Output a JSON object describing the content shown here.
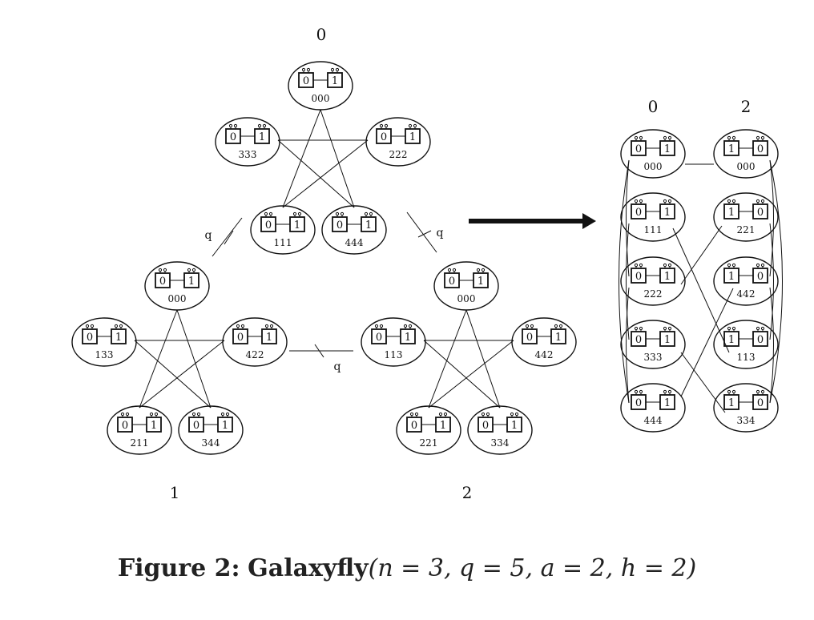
{
  "groups": [
    {
      "id": "g0",
      "label": "0",
      "nodes": [
        {
          "label": "000",
          "left": "0",
          "right": "1"
        },
        {
          "label": "333",
          "left": "0",
          "right": "1"
        },
        {
          "label": "222",
          "left": "0",
          "right": "1"
        },
        {
          "label": "111",
          "left": "0",
          "right": "1"
        },
        {
          "label": "444",
          "left": "0",
          "right": "1"
        }
      ]
    },
    {
      "id": "g1",
      "label": "1",
      "nodes": [
        {
          "label": "000",
          "left": "0",
          "right": "1"
        },
        {
          "label": "133",
          "left": "0",
          "right": "1"
        },
        {
          "label": "422",
          "left": "0",
          "right": "1"
        },
        {
          "label": "211",
          "left": "0",
          "right": "1"
        },
        {
          "label": "344",
          "left": "0",
          "right": "1"
        }
      ]
    },
    {
      "id": "g2",
      "label": "2",
      "nodes": [
        {
          "label": "000",
          "left": "0",
          "right": "1"
        },
        {
          "label": "113",
          "left": "0",
          "right": "1"
        },
        {
          "label": "442",
          "left": "0",
          "right": "1"
        },
        {
          "label": "221",
          "left": "0",
          "right": "1"
        },
        {
          "label": "334",
          "left": "0",
          "right": "1"
        }
      ]
    }
  ],
  "inter_link_label": "q",
  "right_panel": {
    "columns": [
      {
        "label": "0",
        "nodes": [
          {
            "label": "000",
            "left": "0",
            "right": "1"
          },
          {
            "label": "111",
            "left": "0",
            "right": "1"
          },
          {
            "label": "222",
            "left": "0",
            "right": "1"
          },
          {
            "label": "333",
            "left": "0",
            "right": "1"
          },
          {
            "label": "444",
            "left": "0",
            "right": "1"
          }
        ]
      },
      {
        "label": "2",
        "nodes": [
          {
            "label": "000",
            "left": "1",
            "right": "0"
          },
          {
            "label": "221",
            "left": "1",
            "right": "0"
          },
          {
            "label": "442",
            "left": "1",
            "right": "0"
          },
          {
            "label": "113",
            "left": "1",
            "right": "0"
          },
          {
            "label": "334",
            "left": "1",
            "right": "0"
          }
        ]
      }
    ]
  },
  "caption": {
    "prefix": "Figure 2:",
    "name": "Galaxyfly",
    "params": "(n = 3, q = 5, a = 2, h = 2)"
  }
}
